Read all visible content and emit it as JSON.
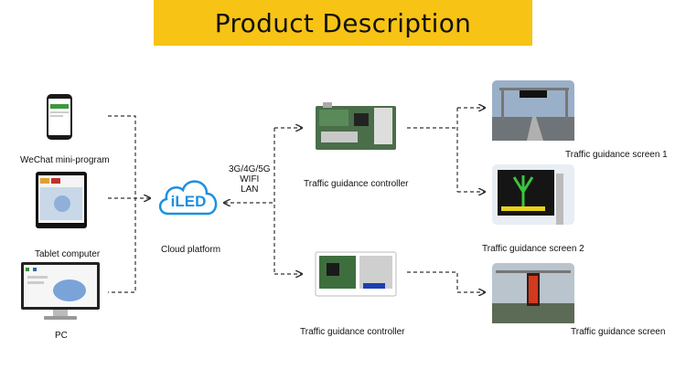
{
  "title": "Product Description",
  "labels": {
    "wechat": "WeChat mini-program",
    "tablet": "Tablet computer",
    "pc": "PC",
    "cloud": "Cloud platform",
    "cloud_logo": "iLED",
    "network": [
      "3G/4G/5G",
      "WIFI",
      "LAN"
    ],
    "controller_top": "Traffic guidance controller",
    "controller_bottom": "Traffic guidance controller",
    "screen1": "Traffic guidance screen 1",
    "screen2": "Traffic guidance screen 2",
    "screen3": "Traffic guidance screen"
  },
  "colors": {
    "banner": "#f7c315",
    "cloud_blue": "#1d8fe0",
    "pcb_green": "#3a6b3a",
    "led_yellow": "#e8d21a",
    "led_red": "#d23a1c"
  },
  "icons": [
    "phone-icon",
    "tablet-icon",
    "pc-icon",
    "cloud-icon",
    "controller-board-icon",
    "traffic-screen-icon"
  ]
}
